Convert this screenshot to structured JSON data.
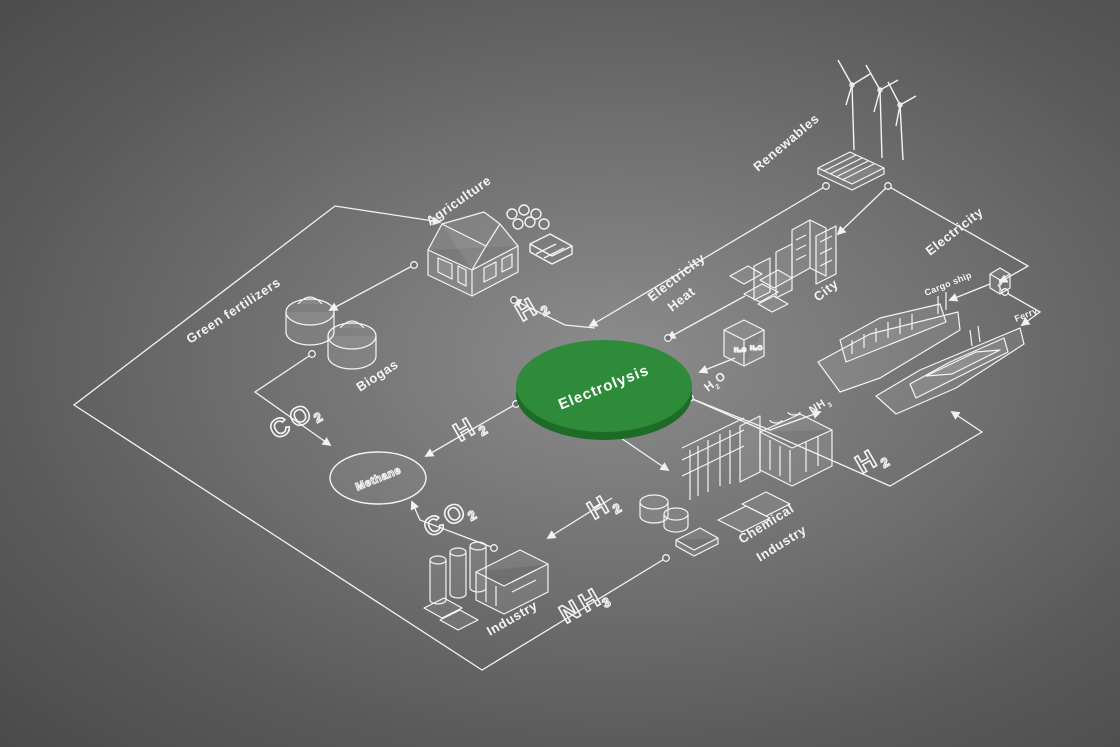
{
  "hub": {
    "label": "Electrolysis",
    "color": "#2e8b3a",
    "edge_color": "#1d6b27"
  },
  "nodes": {
    "renewables": "Renewables",
    "agriculture": "Agriculture",
    "biogas": "Biogas",
    "methane": "Methane",
    "industry": "Industry",
    "chemical_industry_1": "Chemical",
    "chemical_industry_2": "Industry",
    "city": "City",
    "cargo_ship": "Cargo ship",
    "ferry": "Ferry"
  },
  "flows": {
    "electricity_right": "Electricity",
    "electricity_center": "Electricity",
    "heat": "Heat",
    "green_fertilizers": "Green fertilizers"
  },
  "chem": {
    "h2": {
      "main": "H",
      "sub": "2"
    },
    "co2": {
      "main": "CO",
      "sub": "2"
    },
    "nh3": {
      "main": "NH",
      "sub": "3"
    },
    "h2o": {
      "main": "H",
      "sub": "2",
      "tail": "O"
    }
  },
  "icons": [
    "wind-turbine-icon",
    "solar-panel-icon",
    "barn-icon",
    "biogas-tank-icon",
    "buildings-icon",
    "water-cube-icon",
    "power-box-icon",
    "cargo-ship-icon",
    "ferry-icon",
    "factory-icon",
    "industry-icon"
  ]
}
